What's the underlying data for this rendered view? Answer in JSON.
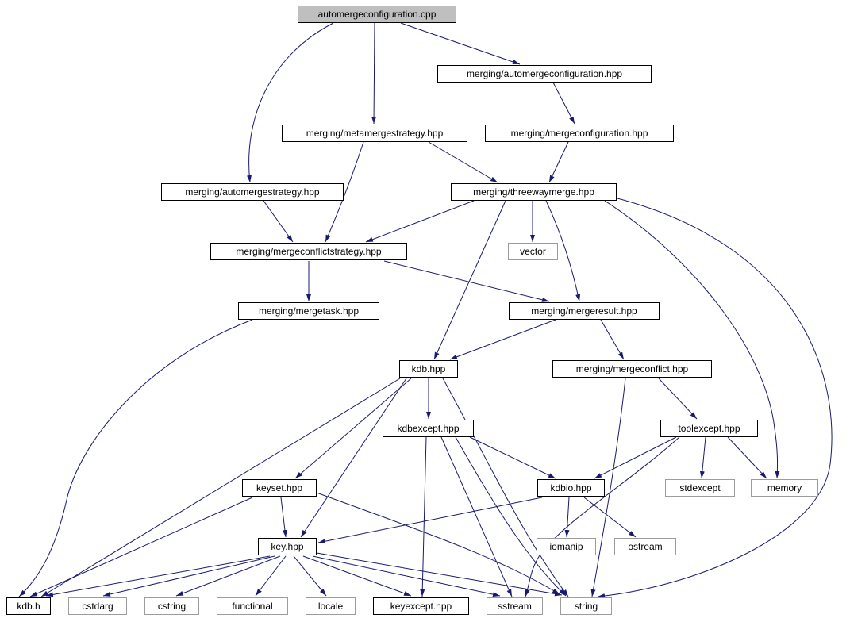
{
  "diagram": {
    "type": "include-dependency-graph",
    "colors": {
      "edge": "#191970",
      "node_border": "#000000",
      "system_border": "#9c9c9c",
      "current_fill": "#bfbfbf",
      "background": "#ffffff"
    },
    "nodes": [
      {
        "id": "automergeconfiguration_cpp",
        "label": "automergeconfiguration.cpp",
        "kind": "current"
      },
      {
        "id": "automergeconfiguration_hpp",
        "label": "merging/automergeconfiguration.hpp",
        "kind": "header"
      },
      {
        "id": "metamergestrategy_hpp",
        "label": "merging/metamergestrategy.hpp",
        "kind": "header"
      },
      {
        "id": "mergeconfiguration_hpp",
        "label": "merging/mergeconfiguration.hpp",
        "kind": "header"
      },
      {
        "id": "automergestrategy_hpp",
        "label": "merging/automergestrategy.hpp",
        "kind": "header"
      },
      {
        "id": "threewaymerge_hpp",
        "label": "merging/threewaymerge.hpp",
        "kind": "header"
      },
      {
        "id": "mergeconflictstrategy_hpp",
        "label": "merging/mergeconflictstrategy.hpp",
        "kind": "header"
      },
      {
        "id": "vector",
        "label": "vector",
        "kind": "system"
      },
      {
        "id": "mergetask_hpp",
        "label": "merging/mergetask.hpp",
        "kind": "header"
      },
      {
        "id": "mergeresult_hpp",
        "label": "merging/mergeresult.hpp",
        "kind": "header"
      },
      {
        "id": "kdb_hpp",
        "label": "kdb.hpp",
        "kind": "header"
      },
      {
        "id": "mergeconflict_hpp",
        "label": "merging/mergeconflict.hpp",
        "kind": "header"
      },
      {
        "id": "kdbexcept_hpp",
        "label": "kdbexcept.hpp",
        "kind": "header"
      },
      {
        "id": "toolexcept_hpp",
        "label": "toolexcept.hpp",
        "kind": "header"
      },
      {
        "id": "keyset_hpp",
        "label": "keyset.hpp",
        "kind": "header"
      },
      {
        "id": "kdbio_hpp",
        "label": "kdbio.hpp",
        "kind": "header"
      },
      {
        "id": "stdexcept",
        "label": "stdexcept",
        "kind": "system"
      },
      {
        "id": "memory",
        "label": "memory",
        "kind": "system"
      },
      {
        "id": "key_hpp",
        "label": "key.hpp",
        "kind": "header"
      },
      {
        "id": "iomanip",
        "label": "iomanip",
        "kind": "system"
      },
      {
        "id": "ostream",
        "label": "ostream",
        "kind": "system"
      },
      {
        "id": "kdb_h",
        "label": "kdb.h",
        "kind": "header"
      },
      {
        "id": "cstdarg",
        "label": "cstdarg",
        "kind": "system"
      },
      {
        "id": "cstring",
        "label": "cstring",
        "kind": "system"
      },
      {
        "id": "functional",
        "label": "functional",
        "kind": "system"
      },
      {
        "id": "locale",
        "label": "locale",
        "kind": "system"
      },
      {
        "id": "keyexcept_hpp",
        "label": "keyexcept.hpp",
        "kind": "header"
      },
      {
        "id": "sstream",
        "label": "sstream",
        "kind": "system"
      },
      {
        "id": "string",
        "label": "string",
        "kind": "system"
      }
    ],
    "edges": [
      {
        "from": "automergeconfiguration_cpp",
        "to": "automergeconfiguration_hpp"
      },
      {
        "from": "automergeconfiguration_cpp",
        "to": "metamergestrategy_hpp"
      },
      {
        "from": "automergeconfiguration_cpp",
        "to": "automergestrategy_hpp"
      },
      {
        "from": "automergeconfiguration_hpp",
        "to": "mergeconfiguration_hpp"
      },
      {
        "from": "mergeconfiguration_hpp",
        "to": "threewaymerge_hpp"
      },
      {
        "from": "metamergestrategy_hpp",
        "to": "threewaymerge_hpp"
      },
      {
        "from": "metamergestrategy_hpp",
        "to": "mergeconflictstrategy_hpp"
      },
      {
        "from": "automergestrategy_hpp",
        "to": "mergeconflictstrategy_hpp"
      },
      {
        "from": "threewaymerge_hpp",
        "to": "mergeconflictstrategy_hpp"
      },
      {
        "from": "threewaymerge_hpp",
        "to": "vector"
      },
      {
        "from": "threewaymerge_hpp",
        "to": "mergeresult_hpp"
      },
      {
        "from": "threewaymerge_hpp",
        "to": "kdb_hpp"
      },
      {
        "from": "threewaymerge_hpp",
        "to": "memory"
      },
      {
        "from": "threewaymerge_hpp",
        "to": "string"
      },
      {
        "from": "mergeconflictstrategy_hpp",
        "to": "mergetask_hpp"
      },
      {
        "from": "mergeconflictstrategy_hpp",
        "to": "mergeresult_hpp"
      },
      {
        "from": "mergetask_hpp",
        "to": "kdb_h"
      },
      {
        "from": "mergeresult_hpp",
        "to": "kdb_hpp"
      },
      {
        "from": "mergeresult_hpp",
        "to": "mergeconflict_hpp"
      },
      {
        "from": "mergeconflict_hpp",
        "to": "toolexcept_hpp"
      },
      {
        "from": "mergeconflict_hpp",
        "to": "string"
      },
      {
        "from": "toolexcept_hpp",
        "to": "stdexcept"
      },
      {
        "from": "toolexcept_hpp",
        "to": "memory"
      },
      {
        "from": "toolexcept_hpp",
        "to": "kdbio_hpp"
      },
      {
        "from": "toolexcept_hpp",
        "to": "sstream"
      },
      {
        "from": "kdb_hpp",
        "to": "kdbexcept_hpp"
      },
      {
        "from": "kdb_hpp",
        "to": "keyset_hpp"
      },
      {
        "from": "kdb_hpp",
        "to": "key_hpp"
      },
      {
        "from": "kdb_hpp",
        "to": "kdb_h"
      },
      {
        "from": "kdb_hpp",
        "to": "string"
      },
      {
        "from": "kdbexcept_hpp",
        "to": "kdbio_hpp"
      },
      {
        "from": "kdbexcept_hpp",
        "to": "keyexcept_hpp"
      },
      {
        "from": "kdbexcept_hpp",
        "to": "sstream"
      },
      {
        "from": "kdbexcept_hpp",
        "to": "string"
      },
      {
        "from": "kdbio_hpp",
        "to": "iomanip"
      },
      {
        "from": "kdbio_hpp",
        "to": "ostream"
      },
      {
        "from": "kdbio_hpp",
        "to": "key_hpp"
      },
      {
        "from": "keyset_hpp",
        "to": "key_hpp"
      },
      {
        "from": "keyset_hpp",
        "to": "kdb_h"
      },
      {
        "from": "keyset_hpp",
        "to": "string"
      },
      {
        "from": "key_hpp",
        "to": "kdb_h"
      },
      {
        "from": "key_hpp",
        "to": "cstdarg"
      },
      {
        "from": "key_hpp",
        "to": "cstring"
      },
      {
        "from": "key_hpp",
        "to": "functional"
      },
      {
        "from": "key_hpp",
        "to": "locale"
      },
      {
        "from": "key_hpp",
        "to": "keyexcept_hpp"
      },
      {
        "from": "key_hpp",
        "to": "sstream"
      },
      {
        "from": "key_hpp",
        "to": "string"
      }
    ]
  }
}
